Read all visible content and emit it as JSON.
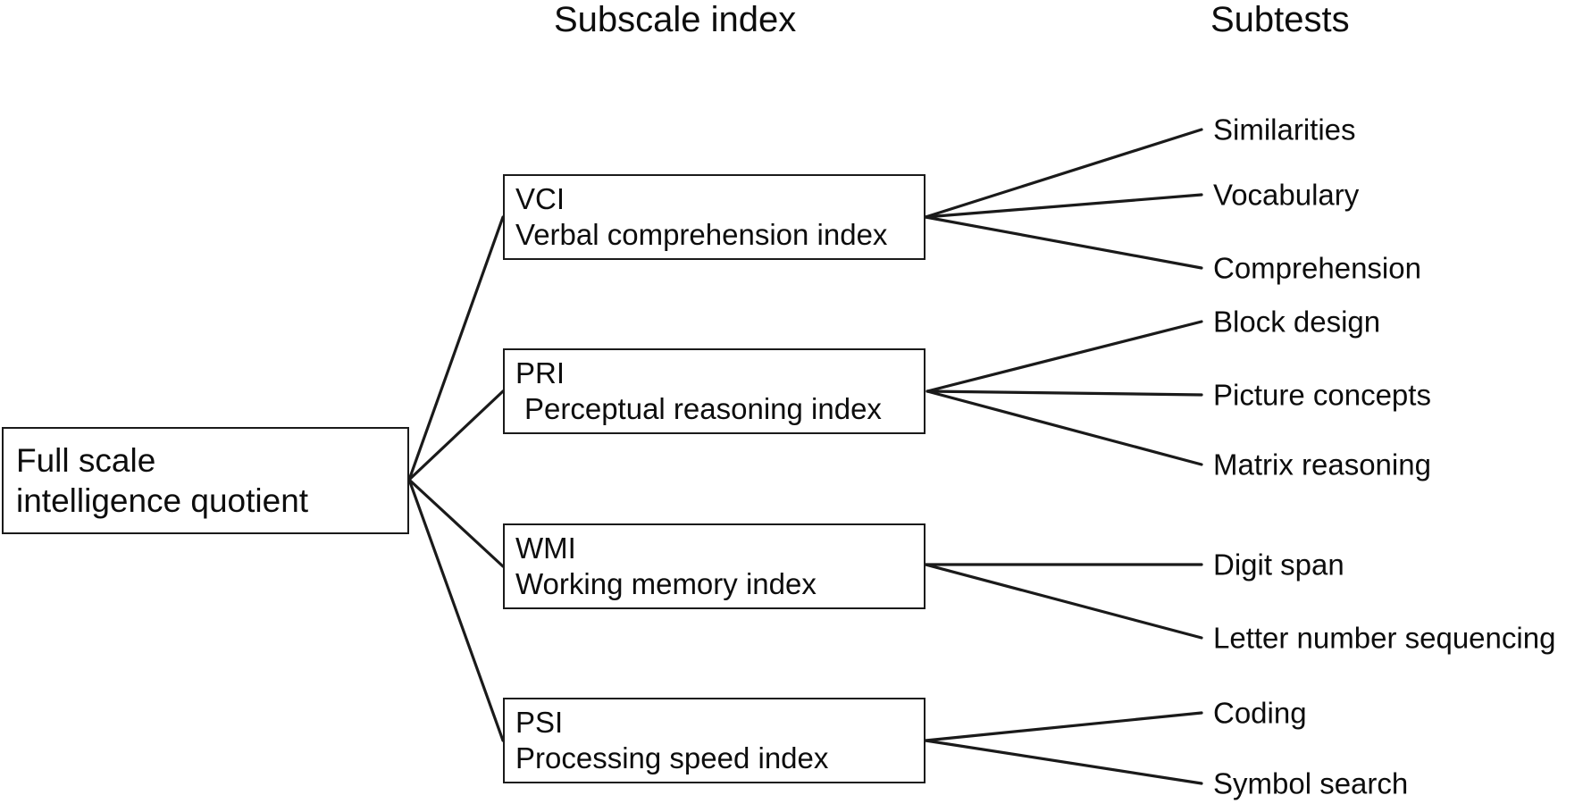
{
  "headers": {
    "subscale_index": "Subscale index",
    "subtests": "Subtests"
  },
  "root": {
    "line1": "Full scale",
    "line2": "intelligence quotient"
  },
  "indices": [
    {
      "id": "vci",
      "abbr": "VCI",
      "name": "Verbal comprehension index",
      "subtests": [
        "Similarities",
        "Vocabulary",
        "Comprehension"
      ]
    },
    {
      "id": "pri",
      "abbr": "PRI",
      "name": "Perceptual reasoning index",
      "subtests": [
        "Block design",
        "Picture concepts",
        "Matrix reasoning"
      ]
    },
    {
      "id": "wmi",
      "abbr": "WMI",
      "name": "Working memory index",
      "subtests": [
        "Digit span",
        "Letter number sequencing"
      ]
    },
    {
      "id": "psi",
      "abbr": "PSI",
      "name": "Processing speed index",
      "subtests": [
        "Coding",
        "Symbol search"
      ]
    }
  ],
  "subtest_labels": [
    "Similarities",
    "Vocabulary",
    "Comprehension",
    "Block design",
    "Picture concepts",
    "Matrix reasoning",
    "Digit span",
    "Letter number sequencing",
    "Coding",
    "Symbol search"
  ],
  "colors": {
    "stroke": "#1a1a1a",
    "text": "#0d0d0d",
    "background": "#ffffff"
  }
}
